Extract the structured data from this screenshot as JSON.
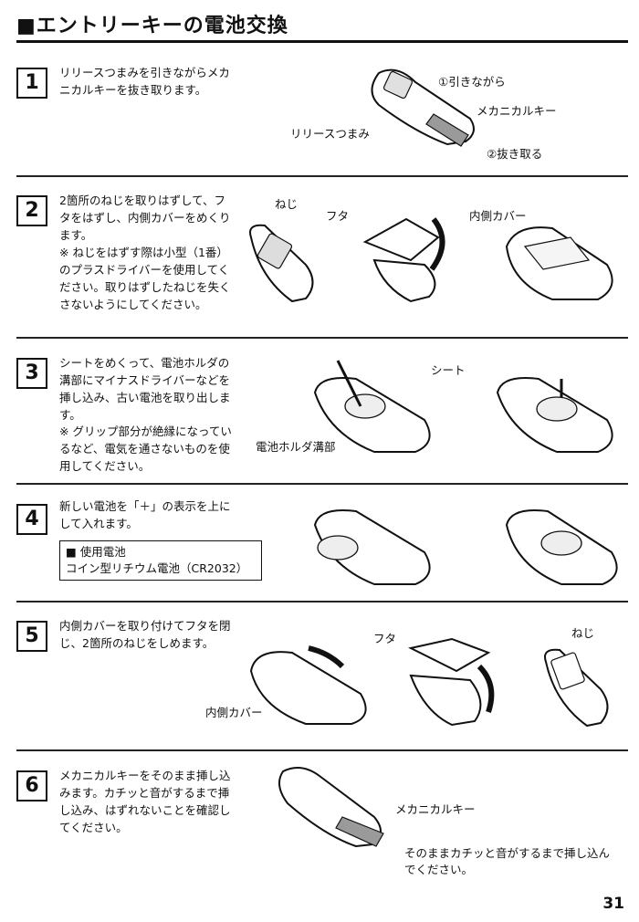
{
  "title": "■エントリーキーの電池交換",
  "page_number": "31",
  "steps": [
    {
      "number": "1",
      "text": "リリースつまみを引きながらメカニカルキーを抜き取ります。",
      "labels": {
        "pull": "①引きながら",
        "mech_key": "メカニカルキー",
        "release_knob": "リリースつまみ",
        "remove": "②抜き取る"
      }
    },
    {
      "number": "2",
      "text": "2箇所のねじを取りはずして、フタをはずし、内側カバーをめくります。",
      "note": "※ ねじをはずす際は小型（1番）のプラスドライバーを使用してください。取りはずしたねじを失くさないようにしてください。",
      "labels": {
        "screw": "ねじ",
        "lid": "フタ",
        "inner_cover": "内側カバー"
      }
    },
    {
      "number": "3",
      "text": "シートをめくって、電池ホルダの溝部にマイナスドライバーなどを挿し込み、古い電池を取り出します。",
      "note": "※ グリップ部分が絶縁になっているなど、電気を通さないものを使用してください。",
      "labels": {
        "sheet": "シート",
        "holder_groove": "電池ホルダ溝部"
      }
    },
    {
      "number": "4",
      "text": "新しい電池を「＋」の表示を上にして入れます。",
      "box_title": "■ 使用電池",
      "box_value": "コイン型リチウム電池（CR2032）"
    },
    {
      "number": "5",
      "text": "内側カバーを取り付けてフタを閉じ、2箇所のねじをしめます。",
      "labels": {
        "lid": "フタ",
        "screw": "ねじ",
        "inner_cover": "内側カバー"
      }
    },
    {
      "number": "6",
      "text": "メカニカルキーをそのまま挿し込みます。カチッと音がするまで挿し込み、はずれないことを確認してください。",
      "labels": {
        "mech_key": "メカニカルキー",
        "insert": "そのままカチッと音がするまで挿し込んでください。"
      }
    }
  ]
}
